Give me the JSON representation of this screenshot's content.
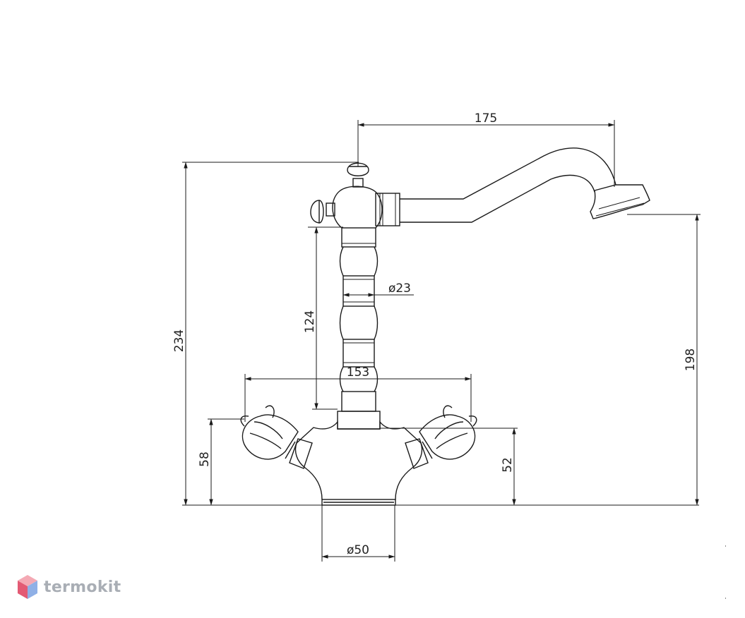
{
  "dimensions": {
    "spout_reach": "175",
    "total_height": "234",
    "body_height": "124",
    "column_diameter": "ø23",
    "handle_span": "153",
    "handle_height": "58",
    "base_to_shoulder": "52",
    "spout_height": "198",
    "base_diameter": "ø50"
  },
  "watermark": {
    "brand": "termokit",
    "logo_icon": "hexagon-cube-icon",
    "colors": {
      "top": "#f4a9b4",
      "left": "#e35a74",
      "right": "#8fb0e6"
    }
  }
}
